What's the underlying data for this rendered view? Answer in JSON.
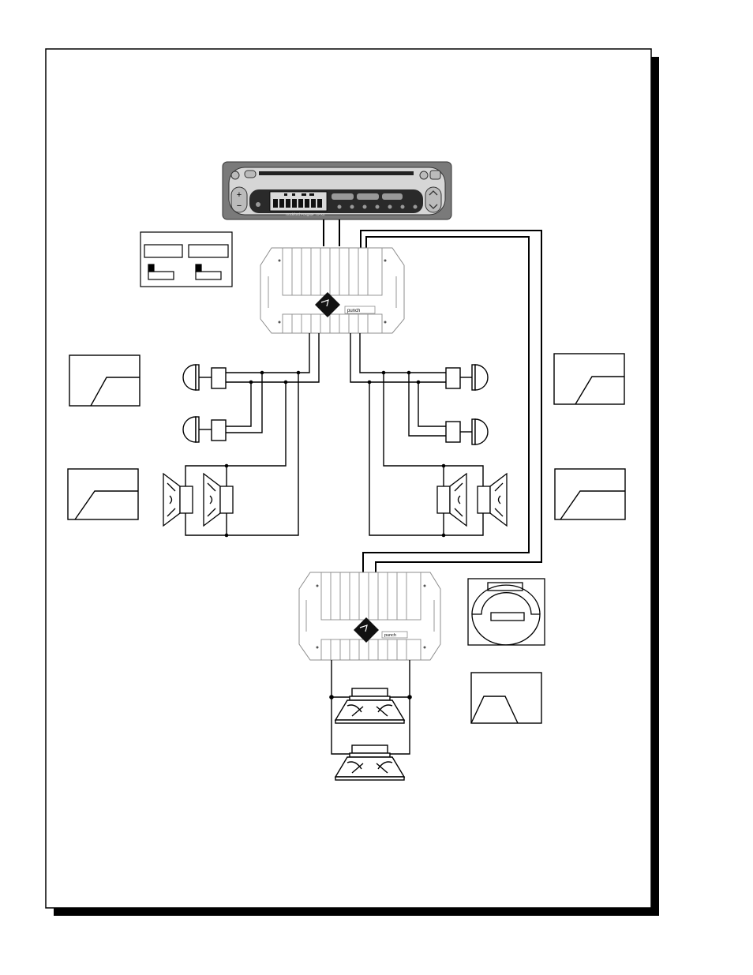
{
  "head_unit": {
    "brand_text": "Rockford Fosgate",
    "model_text": "RFX8",
    "plus_symbol": "+",
    "minus_symbol": "−"
  },
  "amplifiers": [
    {
      "label": "punch"
    },
    {
      "label": "punch"
    }
  ],
  "switch_panel": {
    "visible": true
  },
  "crossover_graphs": {
    "count": 5,
    "shapes": [
      "high-pass",
      "high-pass",
      "high-pass",
      "high-pass",
      "band-pass"
    ]
  },
  "colors": {
    "line": "#000000",
    "background": "#ffffff",
    "head_unit_face": "#7a7a7a",
    "amp_outline": "#8c8c8c"
  }
}
